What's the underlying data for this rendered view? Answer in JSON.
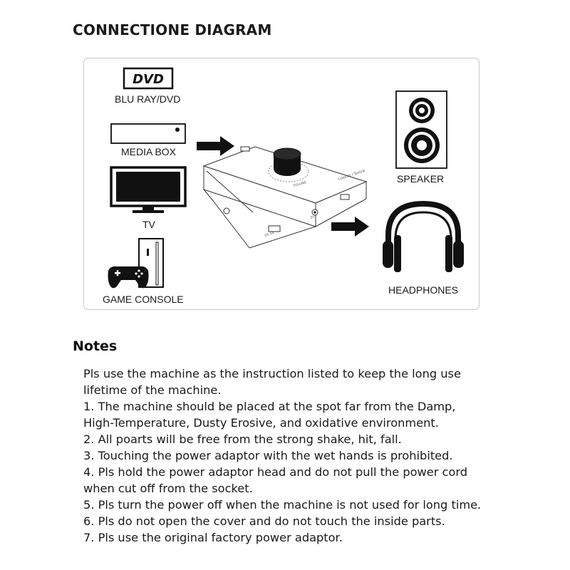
{
  "title": "CONNECTIONE DIAGRAM",
  "diagram": {
    "dvd_logo": "DVD",
    "sources": [
      "BLU RAY/DVD",
      "MEDIA BOX",
      "TV",
      "GAME CONSOLE"
    ],
    "outputs": [
      "SPEAKER",
      "HEADPHONES"
    ],
    "device_labels": {
      "front": "Coaxial / Toslink",
      "volume": "VOLUME",
      "power": "5V",
      "port": "DC 5V"
    }
  },
  "notes": {
    "heading": "Notes",
    "lines": [
      "Pls use the machine as the instruction listed to keep the long use",
      "lifetime of the machine.",
      "1. The machine should be placed at the spot far from the Damp,",
      "High-Temperature, Dusty Erosive, and oxidative environment.",
      "2. All poarts will be free from the strong shake, hit, fall.",
      "3. Touching the power adaptor with the wet hands is prohibited.",
      "4. Pls hold the power adaptor head and do not pull the power cord",
      "when cut off from the socket.",
      "5. Pls turn the power off when the machine is not used for long time.",
      "6. Pls do not open the cover and do not touch the inside parts.",
      "7. Pls use the original factory power adaptor."
    ]
  }
}
